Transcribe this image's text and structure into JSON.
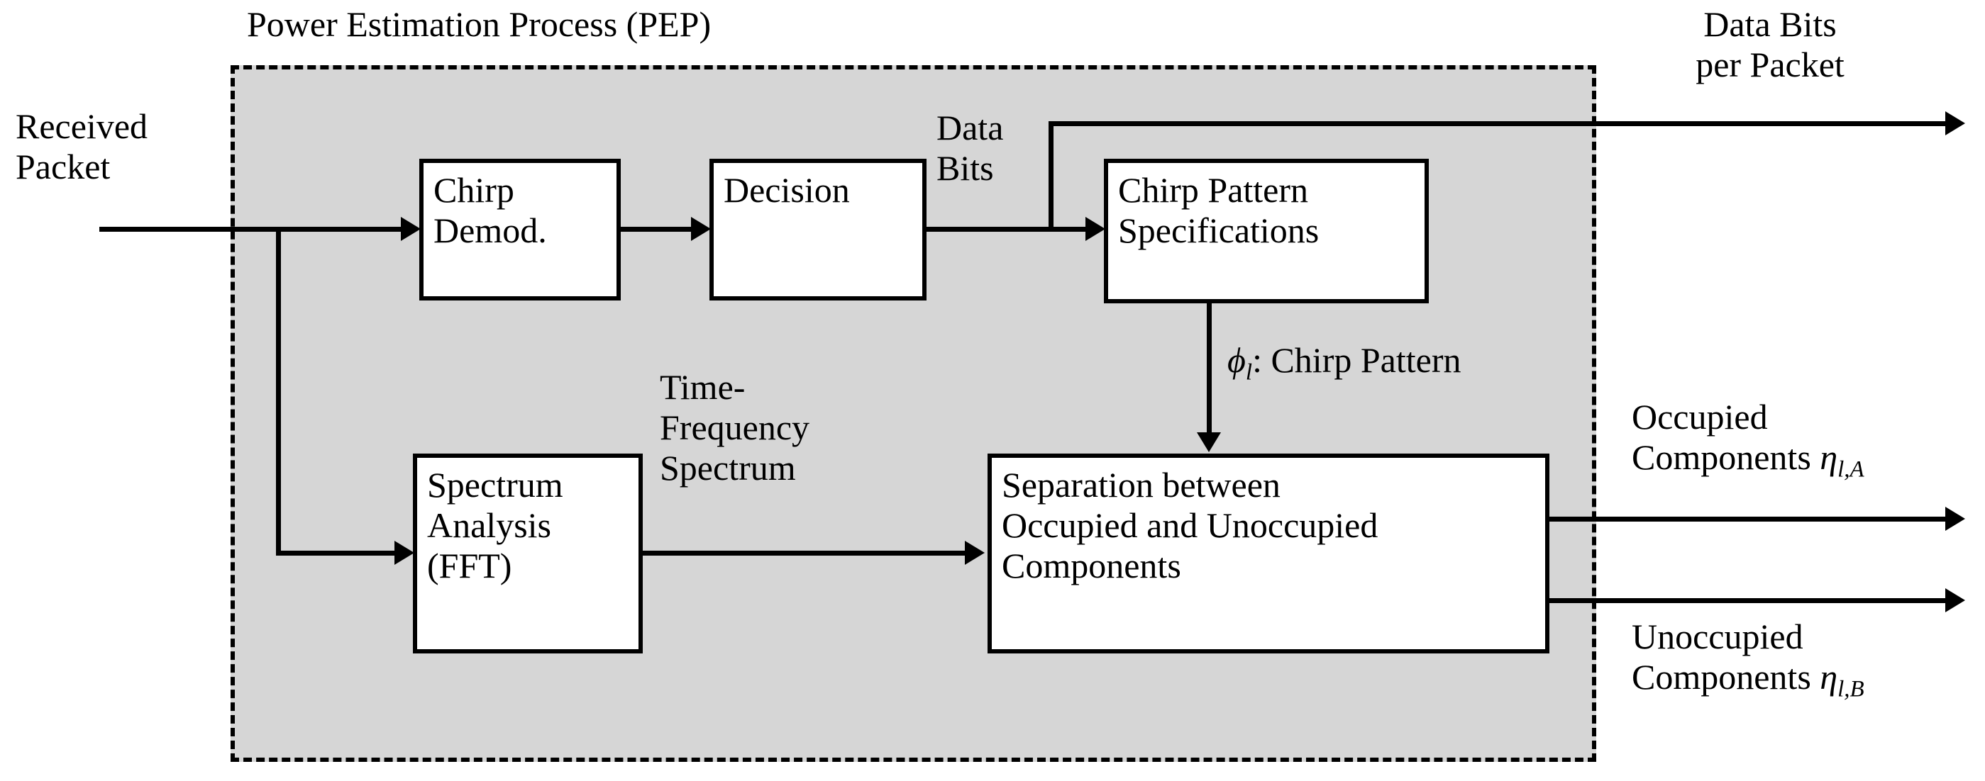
{
  "diagram": {
    "title": "Power Estimation Process (PEP)",
    "region_label": "Power Estimation Process (PEP)",
    "colors": {
      "region_fill": "#d6d6d6",
      "box_fill": "#ffffff",
      "stroke": "#000000",
      "page_background": "#ffffff"
    },
    "boxes": [
      {
        "id": "chirp-demod",
        "line1": "Chirp",
        "line2": "Demod.",
        "line3": ""
      },
      {
        "id": "decision",
        "line1": "Decision",
        "line2": "",
        "line3": ""
      },
      {
        "id": "chirp-pattern",
        "line1": "Chirp Pattern",
        "line2": "Specifications",
        "line3": ""
      },
      {
        "id": "spectrum",
        "line1": "Spectrum",
        "line2": "Analysis",
        "line3": "(FFT)"
      },
      {
        "id": "separation",
        "line1": "Separation between",
        "line2": "Occupied and Unoccupied",
        "line3": "Components"
      }
    ],
    "labels": {
      "received_packet_l1": "Received",
      "received_packet_l2": "Packet",
      "data_bits_l1": "Data",
      "data_bits_l2": "Bits",
      "data_bits_per_packet_l1": "Data Bits",
      "data_bits_per_packet_l2": "per Packet",
      "time_frequency_l1": "Time-",
      "time_frequency_l2": "Frequency",
      "time_frequency_l3": "Spectrum",
      "phi_symbol": "ϕ",
      "phi_subscript": "l",
      "phi_suffix": ": Chirp Pattern",
      "occupied_l1": "Occupied",
      "occupied_l2": "Components ",
      "occupied_eta": "η",
      "occupied_eta_sub": "l,A",
      "unoccupied_l1": "Unoccupied",
      "unoccupied_l2": "Components ",
      "unoccupied_eta": "η",
      "unoccupied_eta_sub": "l,B"
    }
  }
}
